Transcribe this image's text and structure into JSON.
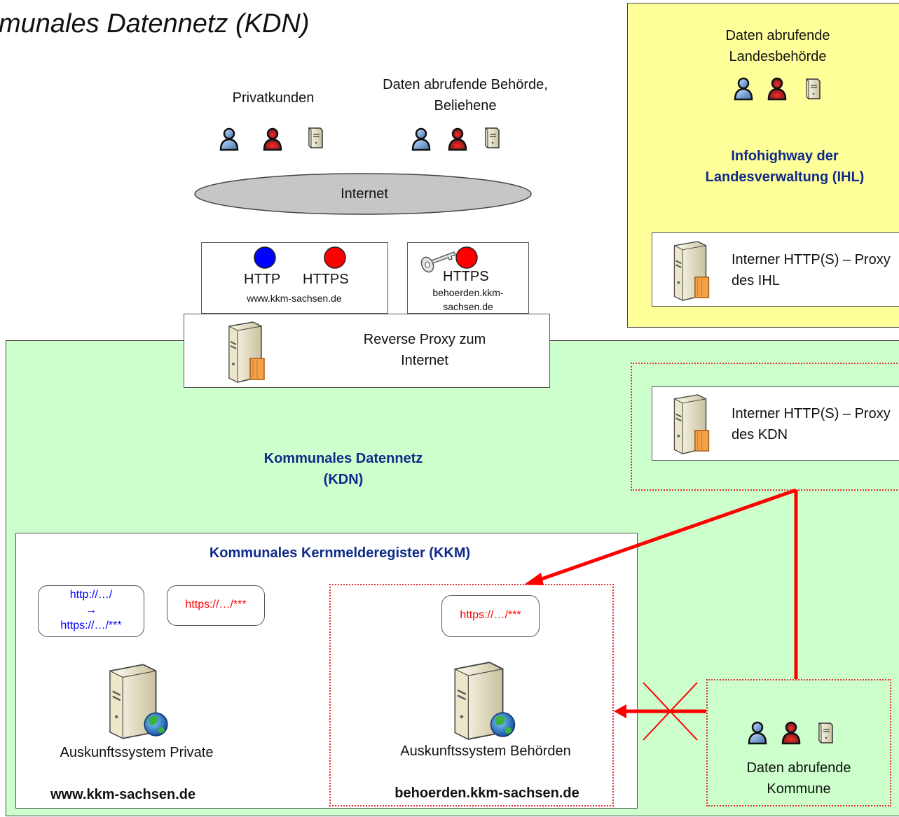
{
  "title": "munales Datennetz (KDN)",
  "internet": {
    "private_customers": "Privatkunden",
    "authorities": "Daten abrufende Behörde, Beliehene",
    "label": "Internet"
  },
  "ihl": {
    "agency": "Daten abrufende Landesbehörde",
    "name": "Infohighway der Landesverwaltung (IHL)",
    "proxy": "Interner HTTP(S) – Proxy des IHL"
  },
  "endpoints": {
    "public": {
      "http": "HTTP",
      "https": "HTTPS",
      "host": "www.kkm-sachsen.de"
    },
    "authority": {
      "https": "HTTPS",
      "host": "behoerden.kkm-sachsen.de"
    }
  },
  "reverse_proxy": "Reverse Proxy zum Internet",
  "kdn": {
    "name": "Kommunales Datennetz (KDN)",
    "proxy": "Interner HTTP(S) – Proxy des KDN",
    "municipality": "Daten abrufende Kommune"
  },
  "kkm": {
    "title": "Kommunales Kernmelderegister (KKM)",
    "private": {
      "redirect_from": "http://…/",
      "arrow": "→",
      "redirect_to": "https://…/***",
      "https_url": "https://…/***",
      "system": "Auskunftssystem Private",
      "host": "www.kkm-sachsen.de"
    },
    "authority": {
      "https_url": "https://…/***",
      "system": "Auskunftssystem Behörden",
      "host": "behoerden.kkm-sachsen.de"
    }
  },
  "colors": {
    "kdn_bg": "#ccffcc",
    "ihl_bg": "#ffff99",
    "heading": "#0f2a8a",
    "http": "#0000ff",
    "https": "#ff0000",
    "connector": "#ff0000"
  }
}
